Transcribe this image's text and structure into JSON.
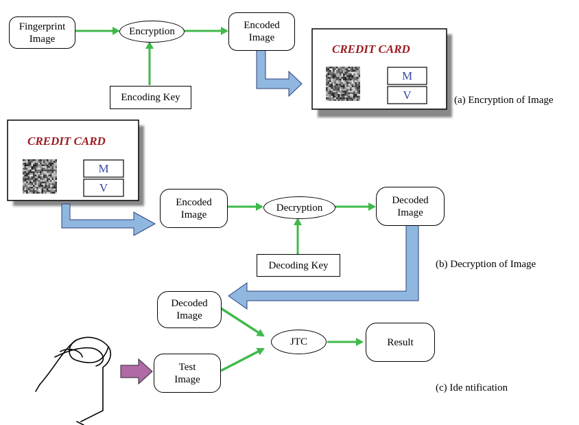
{
  "colors": {
    "flow_arrow": "#3fb94a",
    "block_arrow_fill": "#8fb7e0",
    "finger_arrow_fill": "#b06aa6",
    "card_title": "#9b1c22",
    "card_field": "#3345a8",
    "card_shadow": "#888888"
  },
  "nodes": {
    "fingerprint_image": [
      "Fingerprint",
      "Image"
    ],
    "encryption": "Encryption",
    "encoded_image_top": [
      "Encoded",
      "Image"
    ],
    "encoding_key": "Encoding Key",
    "encoded_image_mid": [
      "Encoded",
      "Image"
    ],
    "decryption": "Decryption",
    "decoded_image_mid": [
      "Decoded",
      "Image"
    ],
    "decoding_key": "Decoding Key",
    "decoded_image_bottom": [
      "Decoded",
      "Image"
    ],
    "jtc": "JTC",
    "result": "Result",
    "test_image": [
      "Test",
      "Image"
    ]
  },
  "cards": [
    {
      "title": "CREDIT CARD",
      "field_m": "M",
      "field_v": "V"
    },
    {
      "title": "CREDIT CARD",
      "field_m": "M",
      "field_v": "V"
    }
  ],
  "captions": {
    "a": "(a) Encryption of Image",
    "b": "(b) Decryption of Image",
    "c": "(c) Ide ntification"
  },
  "icons": [
    "fingerprint-noise-icon",
    "finger-icon",
    "block-arrow-icon"
  ]
}
